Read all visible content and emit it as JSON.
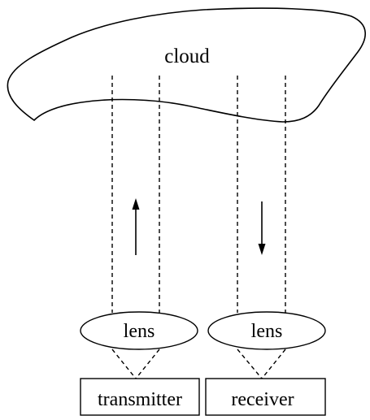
{
  "labels": {
    "cloud": "cloud",
    "transmitter_lens": "lens",
    "receiver_lens": "lens",
    "transmitter": "transmitter",
    "receiver": "receiver"
  },
  "colors": {
    "line": "#000000",
    "background": "#ffffff"
  }
}
